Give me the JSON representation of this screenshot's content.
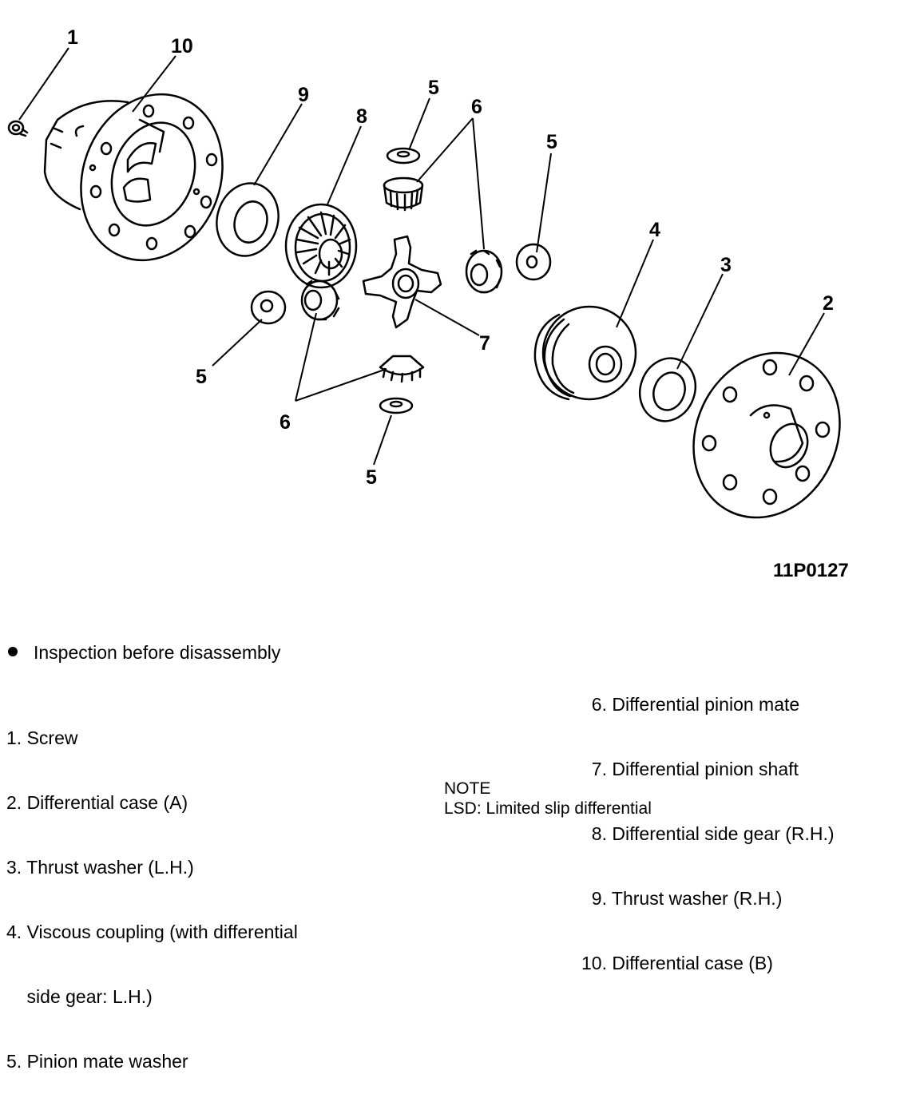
{
  "figure_id": "11P0127",
  "callouts": {
    "c1": "1",
    "c10": "10",
    "c9": "9",
    "c8": "8",
    "c5a": "5",
    "c6a": "6",
    "c5b": "5",
    "c4": "4",
    "c3": "3",
    "c2": "2",
    "c7": "7",
    "c5c": "5",
    "c6b": "6",
    "c5d": "5"
  },
  "inspection_note": "Inspection before disassembly",
  "legend_left": [
    "1. Screw",
    "2. Differential case (A)",
    "3. Thrust washer (L.H.)",
    "4. Viscous coupling (with differential",
    "    side gear: L.H.)",
    "5. Pinion mate washer"
  ],
  "legend_right": [
    "  6. Differential pinion mate",
    "  7. Differential pinion shaft",
    "  8. Differential side gear (R.H.)",
    "  9. Thrust washer (R.H.)",
    "10. Differential case (B)"
  ],
  "note": {
    "heading": "NOTE",
    "text": "LSD: Limited slip differential"
  }
}
